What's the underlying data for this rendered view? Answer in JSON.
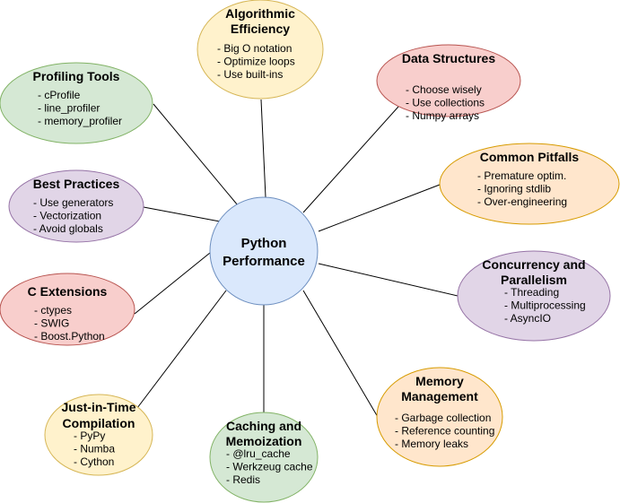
{
  "center": {
    "lines": [
      "Python",
      "Performance"
    ],
    "fill": "#dae8fc",
    "stroke": "#6c8ebf"
  },
  "nodes": [
    {
      "id": "algorithmic-efficiency",
      "title_lines": [
        "Algorithmic",
        "Efficiency"
      ],
      "items": [
        "- Big O notation",
        "- Optimize loops",
        "- Use built-ins"
      ],
      "fill": "#fff2cc",
      "stroke": "#d6b656"
    },
    {
      "id": "data-structures",
      "title_lines": [
        "Data Structures"
      ],
      "items": [
        "- Choose wisely",
        "- Use collections",
        "- Numpy arrays"
      ],
      "fill": "#f8cecc",
      "stroke": "#b85450"
    },
    {
      "id": "common-pitfalls",
      "title_lines": [
        "Common Pitfalls"
      ],
      "items": [
        "- Premature optim.",
        "- Ignoring stdlib",
        "- Over-engineering"
      ],
      "fill": "#ffe6cc",
      "stroke": "#d79b00"
    },
    {
      "id": "concurrency-and-parallelism",
      "title_lines": [
        "Concurrency and",
        "Parallelism"
      ],
      "items": [
        "- Threading",
        "- Multiprocessing",
        "- AsyncIO"
      ],
      "fill": "#e1d5e7",
      "stroke": "#9673a6"
    },
    {
      "id": "memory-management",
      "title_lines": [
        "Memory",
        "Management"
      ],
      "items": [
        "- Garbage collection",
        "- Reference counting",
        "- Memory leaks"
      ],
      "fill": "#ffe6cc",
      "stroke": "#d79b00"
    },
    {
      "id": "caching-and-memoization",
      "title_lines": [
        "Caching and",
        "Memoization"
      ],
      "items": [
        "- @lru_cache",
        "- Werkzeug cache",
        "- Redis"
      ],
      "fill": "#d5e8d4",
      "stroke": "#82b366"
    },
    {
      "id": "just-in-time-compilation",
      "title_lines": [
        "Just-in-Time",
        "Compilation"
      ],
      "items": [
        "- PyPy",
        "- Numba",
        "- Cython"
      ],
      "fill": "#fff2cc",
      "stroke": "#d6b656"
    },
    {
      "id": "c-extensions",
      "title_lines": [
        "C Extensions"
      ],
      "items": [
        "- ctypes",
        "- SWIG",
        "- Boost.Python"
      ],
      "fill": "#f8cecc",
      "stroke": "#b85450"
    },
    {
      "id": "best-practices",
      "title_lines": [
        "Best Practices"
      ],
      "items": [
        "- Use generators",
        "- Vectorization",
        "- Avoid globals"
      ],
      "fill": "#e1d5e7",
      "stroke": "#9673a6"
    },
    {
      "id": "profiling-tools",
      "title_lines": [
        "Profiling Tools"
      ],
      "items": [
        "- cProfile",
        "- line_profiler",
        "- memory_profiler"
      ],
      "fill": "#d5e8d4",
      "stroke": "#82b366"
    }
  ]
}
